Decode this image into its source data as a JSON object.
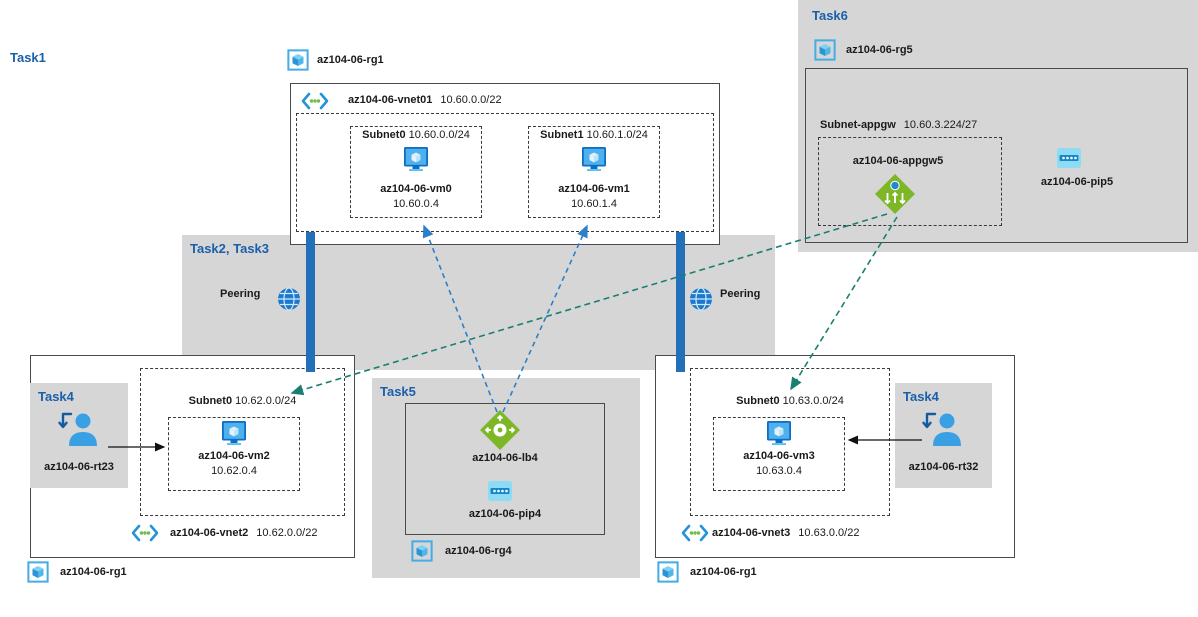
{
  "colors": {
    "task_label_blue": "#1b5faa",
    "region_gray": "#d6d6d6",
    "peering_bar_blue": "#2271b8",
    "lb_arrow_blue": "#2d7fc8",
    "appgw_arrow_teal": "#1a7f70",
    "appliance_green": "#7db728",
    "azure_icon_blue": "#2493d8"
  },
  "task1": "Task1",
  "task6": "Task6",
  "task23": "Task2, Task3",
  "task4_left": "Task4",
  "task4_right": "Task4",
  "task5": "Task5",
  "rg_top": "az104-06-rg1",
  "rg5": "az104-06-rg5",
  "rg_bottom_left": "az104-06-rg1",
  "rg4": "az104-06-rg4",
  "rg_bottom_right": "az104-06-rg1",
  "peering": {
    "left": "Peering",
    "right": "Peering"
  },
  "vnet01": {
    "name": "az104-06-vnet01",
    "cidr": "10.60.0.0/22",
    "subnet0": {
      "name": "Subnet0",
      "cidr": "10.60.0.0/24",
      "vm": {
        "name": "az104-06-vm0",
        "ip": "10.60.0.4"
      }
    },
    "subnet1": {
      "name": "Subnet1",
      "cidr": "10.60.1.0/24",
      "vm": {
        "name": "az104-06-vm1",
        "ip": "10.60.1.4"
      }
    }
  },
  "subnet_appgw": {
    "name": "Subnet-appgw",
    "cidr": "10.60.3.224/27"
  },
  "appgw5": {
    "name": "az104-06-appgw5"
  },
  "pip5": {
    "name": "az104-06-pip5"
  },
  "vnet2": {
    "name": "az104-06-vnet2",
    "cidr": "10.62.0.0/22",
    "subnet0": {
      "name": "Subnet0",
      "cidr": "10.62.0.0/24",
      "vm": {
        "name": "az104-06-vm2",
        "ip": "10.62.0.4"
      }
    }
  },
  "vnet3": {
    "name": "az104-06-vnet3",
    "cidr": "10.63.0.0/22",
    "subnet0": {
      "name": "Subnet0",
      "cidr": "10.63.0.0/24",
      "vm": {
        "name": "az104-06-vm3",
        "ip": "10.63.0.4"
      }
    }
  },
  "lb4": {
    "name": "az104-06-lb4"
  },
  "pip4": {
    "name": "az104-06-pip4"
  },
  "rt23": {
    "name": "az104-06-rt23"
  },
  "rt32": {
    "name": "az104-06-rt32"
  }
}
